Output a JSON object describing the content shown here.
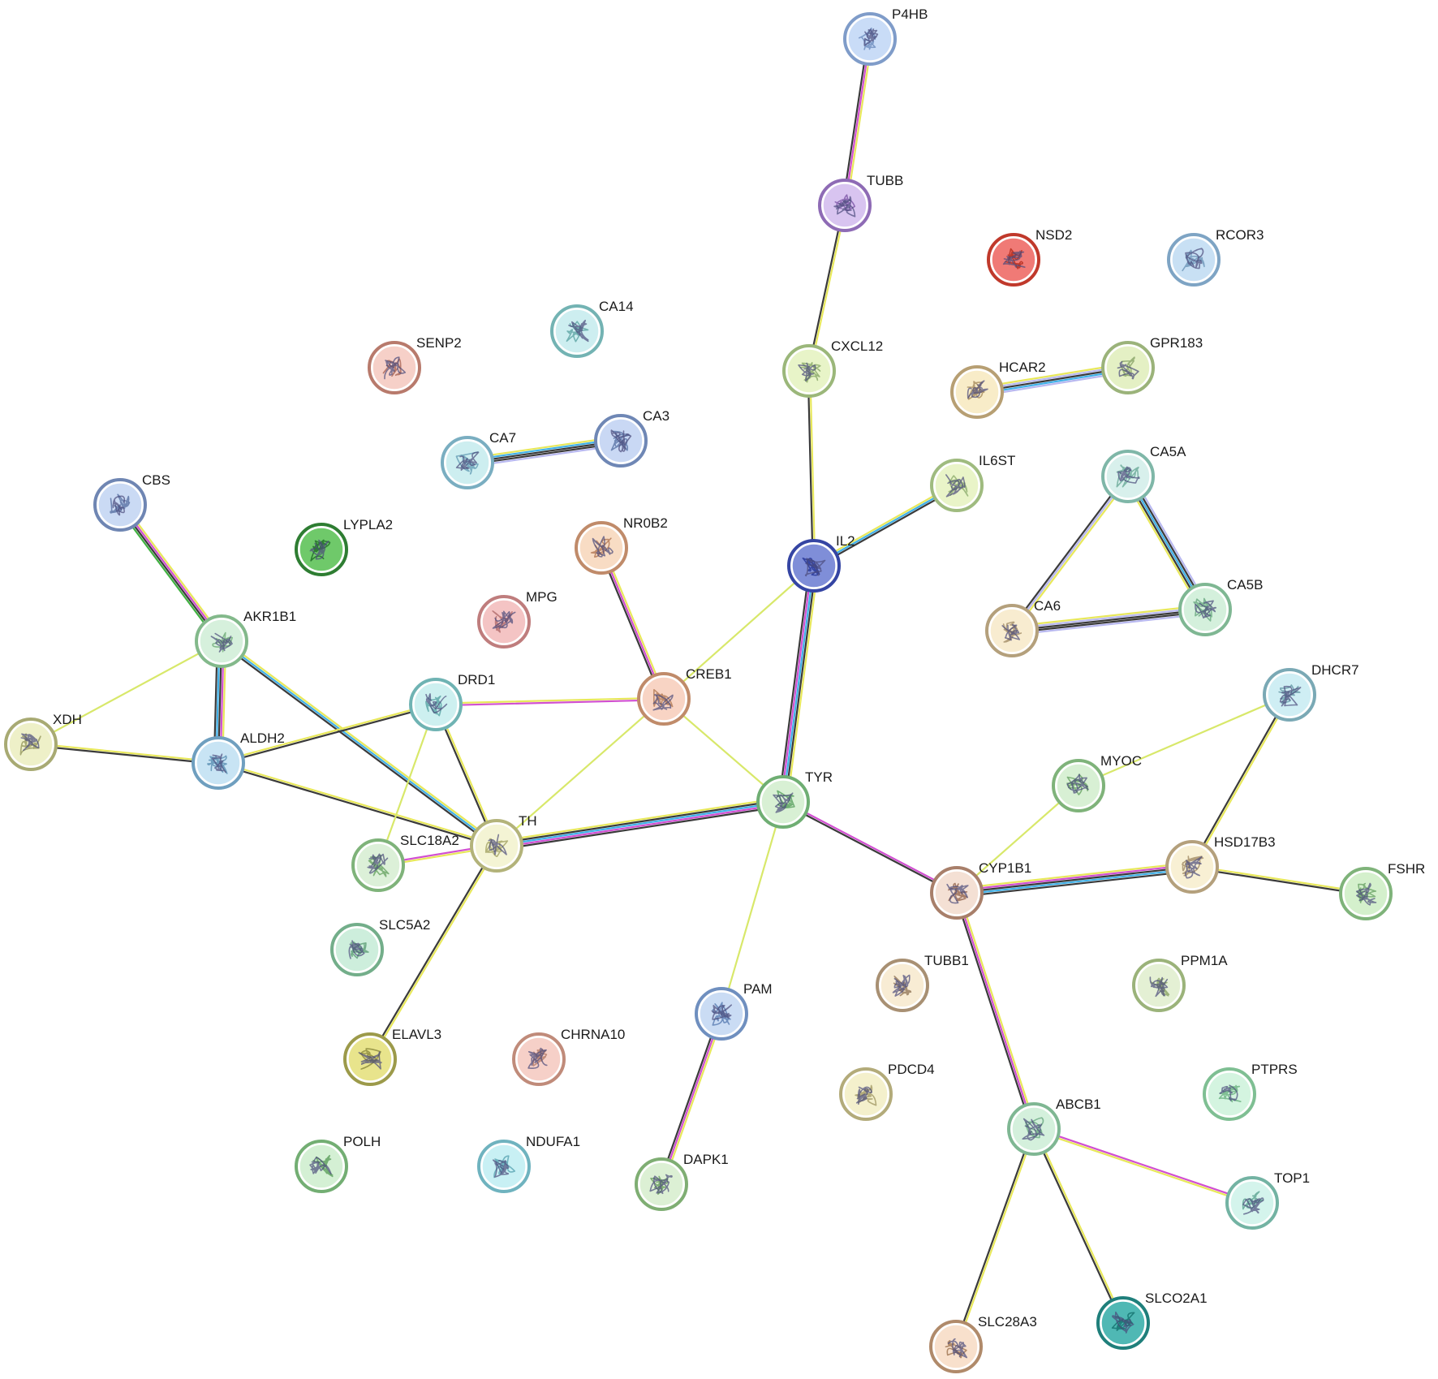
{
  "nodes": [
    {
      "id": "P4HB",
      "label": "P4HB",
      "fill": "#c9dcf7",
      "ring": "#7f9cc9"
    },
    {
      "id": "TUBB",
      "label": "TUBB",
      "fill": "#d8c4f0",
      "ring": "#8e6bb5"
    },
    {
      "id": "NSD2",
      "label": "NSD2",
      "fill": "#f07a76",
      "ring": "#c0392b"
    },
    {
      "id": "RCOR3",
      "label": "RCOR3",
      "fill": "#c8e0f4",
      "ring": "#7ea4c4"
    },
    {
      "id": "CA14",
      "label": "CA14",
      "fill": "#cdeef0",
      "ring": "#73b3b3"
    },
    {
      "id": "SENP2",
      "label": "SENP2",
      "fill": "#f6d0c8",
      "ring": "#b87a6c"
    },
    {
      "id": "CXCL12",
      "label": "CXCL12",
      "fill": "#e8f4c8",
      "ring": "#9bb77a"
    },
    {
      "id": "HCAR2",
      "label": "HCAR2",
      "fill": "#f8ecc8",
      "ring": "#b79f73"
    },
    {
      "id": "GPR183",
      "label": "GPR183",
      "fill": "#e4f0c4",
      "ring": "#9bb37a"
    },
    {
      "id": "CA7",
      "label": "CA7",
      "fill": "#cdeef0",
      "ring": "#7aaec1"
    },
    {
      "id": "CA3",
      "label": "CA3",
      "fill": "#c9d8f4",
      "ring": "#6f87b5"
    },
    {
      "id": "IL6ST",
      "label": "IL6ST",
      "fill": "#e9f4c8",
      "ring": "#9fbb7f"
    },
    {
      "id": "CA5A",
      "label": "CA5A",
      "fill": "#d8f0ec",
      "ring": "#7fb7a8"
    },
    {
      "id": "CBS",
      "label": "CBS",
      "fill": "#cadaf4",
      "ring": "#6f86b3"
    },
    {
      "id": "LYPLA2",
      "label": "LYPLA2",
      "fill": "#6fc96a",
      "ring": "#2e7d32"
    },
    {
      "id": "NR0B2",
      "label": "NR0B2",
      "fill": "#f8dcc4",
      "ring": "#c08b6a"
    },
    {
      "id": "IL2",
      "label": "IL2",
      "fill": "#7f8ed8",
      "ring": "#3545a3"
    },
    {
      "id": "MPG",
      "label": "MPG",
      "fill": "#f4c4c4",
      "ring": "#bf7d7d"
    },
    {
      "id": "CA6",
      "label": "CA6",
      "fill": "#f8ecd0",
      "ring": "#b4a07c"
    },
    {
      "id": "CA5B",
      "label": "CA5B",
      "fill": "#d4f0dc",
      "ring": "#7fb793"
    },
    {
      "id": "AKR1B1",
      "label": "AKR1B1",
      "fill": "#d6f0dc",
      "ring": "#83b98b"
    },
    {
      "id": "DHCR7",
      "label": "DHCR7",
      "fill": "#cfeef4",
      "ring": "#7aa9b5"
    },
    {
      "id": "CREB1",
      "label": "CREB1",
      "fill": "#f8d4c4",
      "ring": "#c08b6a"
    },
    {
      "id": "DRD1",
      "label": "DRD1",
      "fill": "#cdf0f0",
      "ring": "#6fb3b3"
    },
    {
      "id": "XDH",
      "label": "XDH",
      "fill": "#eef0c8",
      "ring": "#a8aa73"
    },
    {
      "id": "ALDH2",
      "label": "ALDH2",
      "fill": "#c8e4f4",
      "ring": "#6f9fbf"
    },
    {
      "id": "MYOC",
      "label": "MYOC",
      "fill": "#d8f0d4",
      "ring": "#7fb37a"
    },
    {
      "id": "TYR",
      "label": "TYR",
      "fill": "#d8f0d4",
      "ring": "#6fae73"
    },
    {
      "id": "TH",
      "label": "TH",
      "fill": "#f4f4d4",
      "ring": "#b3b37a"
    },
    {
      "id": "SLC18A2",
      "label": "SLC18A2",
      "fill": "#dcf0d8",
      "ring": "#7fb37a"
    },
    {
      "id": "CYP1B1",
      "label": "CYP1B1",
      "fill": "#f4e0d4",
      "ring": "#a87f6a"
    },
    {
      "id": "HSD17B3",
      "label": "HSD17B3",
      "fill": "#f8f0d4",
      "ring": "#b4a07c"
    },
    {
      "id": "FSHR",
      "label": "FSHR",
      "fill": "#d4f0cc",
      "ring": "#7fb37a"
    },
    {
      "id": "SLC5A2",
      "label": "SLC5A2",
      "fill": "#cdeedc",
      "ring": "#73ae8a"
    },
    {
      "id": "TUBB1",
      "label": "TUBB1",
      "fill": "#f8ecd4",
      "ring": "#a89073"
    },
    {
      "id": "PPM1A",
      "label": "PPM1A",
      "fill": "#e4f0d4",
      "ring": "#9bb37a"
    },
    {
      "id": "PAM",
      "label": "PAM",
      "fill": "#cadcf4",
      "ring": "#6f8fbf"
    },
    {
      "id": "ELAVL3",
      "label": "ELAVL3",
      "fill": "#e8e48c",
      "ring": "#9c9a4a"
    },
    {
      "id": "CHRNA10",
      "label": "CHRNA10",
      "fill": "#f6d0c8",
      "ring": "#c08b7a"
    },
    {
      "id": "PDCD4",
      "label": "PDCD4",
      "fill": "#f4f0cc",
      "ring": "#b3ab7a"
    },
    {
      "id": "PTPRS",
      "label": "PTPRS",
      "fill": "#d4f4e0",
      "ring": "#7fbf93"
    },
    {
      "id": "ABCB1",
      "label": "ABCB1",
      "fill": "#d4f0dc",
      "ring": "#7fb793"
    },
    {
      "id": "POLH",
      "label": "POLH",
      "fill": "#d4f0d4",
      "ring": "#73ae73"
    },
    {
      "id": "NDUFA1",
      "label": "NDUFA1",
      "fill": "#c8f0f4",
      "ring": "#6fb3bf"
    },
    {
      "id": "DAPK1",
      "label": "DAPK1",
      "fill": "#dcf0d4",
      "ring": "#7fae73"
    },
    {
      "id": "TOP1",
      "label": "TOP1",
      "fill": "#d4f4ec",
      "ring": "#73b3a3"
    },
    {
      "id": "SLC28A3",
      "label": "SLC28A3",
      "fill": "#f8e0cc",
      "ring": "#b08a6a"
    },
    {
      "id": "SLCO2A1",
      "label": "SLCO2A1",
      "fill": "#4fb8b4",
      "ring": "#1f7f7b"
    }
  ],
  "edges": [
    {
      "source": "P4HB",
      "target": "TUBB",
      "channels": [
        "#e8e85a",
        "#d14fd1",
        "#3a3a3a"
      ]
    },
    {
      "source": "TUBB",
      "target": "CXCL12",
      "channels": [
        "#e8e85a",
        "#3a3a3a"
      ]
    },
    {
      "source": "CXCL12",
      "target": "IL2",
      "channels": [
        "#e8e85a",
        "#3a3a3a"
      ]
    },
    {
      "source": "IL2",
      "target": "IL6ST",
      "channels": [
        "#e8e85a",
        "#3fb0e8",
        "#3a3a3a"
      ]
    },
    {
      "source": "IL2",
      "target": "TYR",
      "channels": [
        "#e8e85a",
        "#3a3a3a",
        "#3fb0e8",
        "#d14fd1",
        "#3a3a3a"
      ]
    },
    {
      "source": "IL2",
      "target": "CREB1",
      "channels": [
        "#d8e86a"
      ]
    },
    {
      "source": "HCAR2",
      "target": "GPR183",
      "channels": [
        "#e8e85a",
        "#b8b8f0",
        "#3a3a3a",
        "#3fb0e8",
        "#b8b8f0"
      ]
    },
    {
      "source": "CA7",
      "target": "CA3",
      "channels": [
        "#e8e85a",
        "#3fb0e8",
        "#3a3a3a",
        "#3a3a3a",
        "#b8b8f0"
      ]
    },
    {
      "source": "CA5A",
      "target": "CA5B",
      "channels": [
        "#b8b8f0",
        "#3a3a3a",
        "#3fb0e8",
        "#3a3a3a",
        "#e8e85a"
      ]
    },
    {
      "source": "CA5A",
      "target": "CA6",
      "channels": [
        "#e8e85a",
        "#b8b8f0",
        "#3a3a3a"
      ]
    },
    {
      "source": "CA6",
      "target": "CA5B",
      "channels": [
        "#e8e85a",
        "#b8b8f0",
        "#3a3a3a",
        "#3a3a3a",
        "#b8b8f0"
      ]
    },
    {
      "source": "CBS",
      "target": "AKR1B1",
      "channels": [
        "#e8e85a",
        "#d14fd1",
        "#3a3a3a",
        "#3fb03f"
      ]
    },
    {
      "source": "AKR1B1",
      "target": "ALDH2",
      "channels": [
        "#e8e85a",
        "#d14fd1",
        "#3a3a3a",
        "#3fb0e8",
        "#3a3a3a"
      ]
    },
    {
      "source": "AKR1B1",
      "target": "XDH",
      "channels": [
        "#d8e86a"
      ]
    },
    {
      "source": "AKR1B1",
      "target": "TH",
      "channels": [
        "#e8e85a",
        "#3fb0e8",
        "#3a3a3a"
      ]
    },
    {
      "source": "XDH",
      "target": "ALDH2",
      "channels": [
        "#e8e85a",
        "#3a3a3a"
      ]
    },
    {
      "source": "ALDH2",
      "target": "DRD1",
      "channels": [
        "#e8e85a",
        "#3a3a3a"
      ]
    },
    {
      "source": "ALDH2",
      "target": "TH",
      "channels": [
        "#e8e85a",
        "#3a3a3a"
      ]
    },
    {
      "source": "NR0B2",
      "target": "CREB1",
      "channels": [
        "#e8e85a",
        "#d14fd1",
        "#3a3a3a"
      ]
    },
    {
      "source": "CREB1",
      "target": "DRD1",
      "channels": [
        "#d14fd1",
        "#e8e85a"
      ]
    },
    {
      "source": "CREB1",
      "target": "TH",
      "channels": [
        "#d8e86a"
      ]
    },
    {
      "source": "CREB1",
      "target": "TYR",
      "channels": [
        "#d8e86a"
      ]
    },
    {
      "source": "DRD1",
      "target": "TH",
      "channels": [
        "#e8e85a",
        "#3a3a3a"
      ]
    },
    {
      "source": "DRD1",
      "target": "SLC18A2",
      "channels": [
        "#d8e86a"
      ]
    },
    {
      "source": "TH",
      "target": "SLC18A2",
      "channels": [
        "#e8e85a",
        "#d14fd1"
      ]
    },
    {
      "source": "TH",
      "target": "TYR",
      "channels": [
        "#e8e85a",
        "#3a3a3a",
        "#3fb0e8",
        "#d14fd1",
        "#3a3a3a"
      ]
    },
    {
      "source": "TH",
      "target": "ELAVL3",
      "channels": [
        "#e8e85a",
        "#3a3a3a"
      ]
    },
    {
      "source": "TYR",
      "target": "CYP1B1",
      "channels": [
        "#d14fd1",
        "#3a3a3a"
      ]
    },
    {
      "source": "TYR",
      "target": "PAM",
      "channels": [
        "#d8e86a"
      ]
    },
    {
      "source": "PAM",
      "target": "DAPK1",
      "channels": [
        "#e8e85a",
        "#d14fd1",
        "#3a3a3a"
      ]
    },
    {
      "source": "DHCR7",
      "target": "MYOC",
      "channels": [
        "#d8e86a"
      ]
    },
    {
      "source": "DHCR7",
      "target": "HSD17B3",
      "channels": [
        "#e8e85a",
        "#3a3a3a"
      ]
    },
    {
      "source": "MYOC",
      "target": "CYP1B1",
      "channels": [
        "#d8e86a"
      ]
    },
    {
      "source": "CYP1B1",
      "target": "HSD17B3",
      "channels": [
        "#e8e85a",
        "#d14fd1",
        "#3a3a3a",
        "#3fb0e8",
        "#3a3a3a"
      ]
    },
    {
      "source": "HSD17B3",
      "target": "FSHR",
      "channels": [
        "#e8e85a",
        "#3a3a3a"
      ]
    },
    {
      "source": "CYP1B1",
      "target": "ABCB1",
      "channels": [
        "#e8e85a",
        "#d14fd1",
        "#3a3a3a"
      ]
    },
    {
      "source": "ABCB1",
      "target": "TOP1",
      "channels": [
        "#d14fd1",
        "#e8e85a"
      ]
    },
    {
      "source": "ABCB1",
      "target": "SLC28A3",
      "channels": [
        "#e8e85a",
        "#3a3a3a"
      ]
    },
    {
      "source": "ABCB1",
      "target": "SLCO2A1",
      "channels": [
        "#e8e85a",
        "#3a3a3a"
      ]
    }
  ]
}
